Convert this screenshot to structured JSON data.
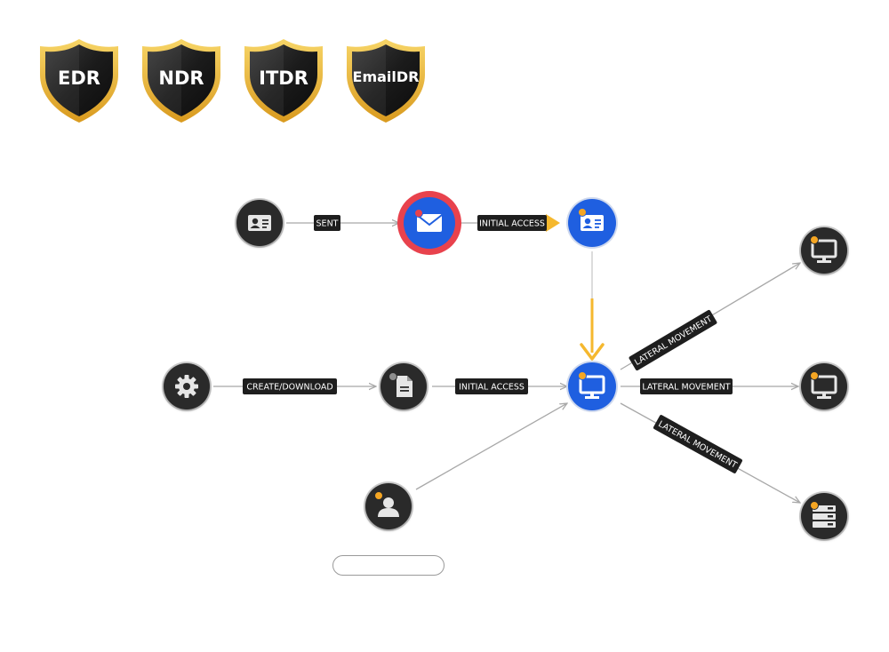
{
  "shields": [
    {
      "label": "EDR"
    },
    {
      "label": "NDR"
    },
    {
      "label": "ITDR"
    },
    {
      "label": "EmailDR"
    }
  ],
  "edges": {
    "sent": "SENT",
    "initial_access_email": "INITIAL ACCESS",
    "create_download": "CREATE/DOWNLOAD",
    "initial_access_file": "INITIAL ACCESS",
    "lateral_movement_up": "LATERAL MOVEMENT",
    "lateral_movement_mid": "LATERAL MOVEMENT",
    "lateral_movement_down": "LATERAL MOVEMENT"
  },
  "nodes": {
    "sender": {
      "icon": "contact-card-icon"
    },
    "email": {
      "icon": "envelope-icon"
    },
    "recipient": {
      "icon": "contact-card-icon"
    },
    "gear": {
      "icon": "gear-icon"
    },
    "file": {
      "icon": "document-icon"
    },
    "host": {
      "icon": "monitor-icon"
    },
    "user": {
      "icon": "user-icon"
    },
    "target_1": {
      "icon": "monitor-icon"
    },
    "target_2": {
      "icon": "monitor-icon"
    },
    "target_3": {
      "icon": "server-icon"
    }
  },
  "search": {
    "value": ""
  },
  "colors": {
    "dark_node": "#2b2b2b",
    "blue_node": "#1f5fe0",
    "alert_ring": "#e8424d",
    "highlight_arrow": "#f5b82e",
    "shield_gold": "#e8b93a",
    "edge_line": "#a8a8a8",
    "badge_orange": "#f5a623",
    "badge_red": "#e8424d"
  }
}
